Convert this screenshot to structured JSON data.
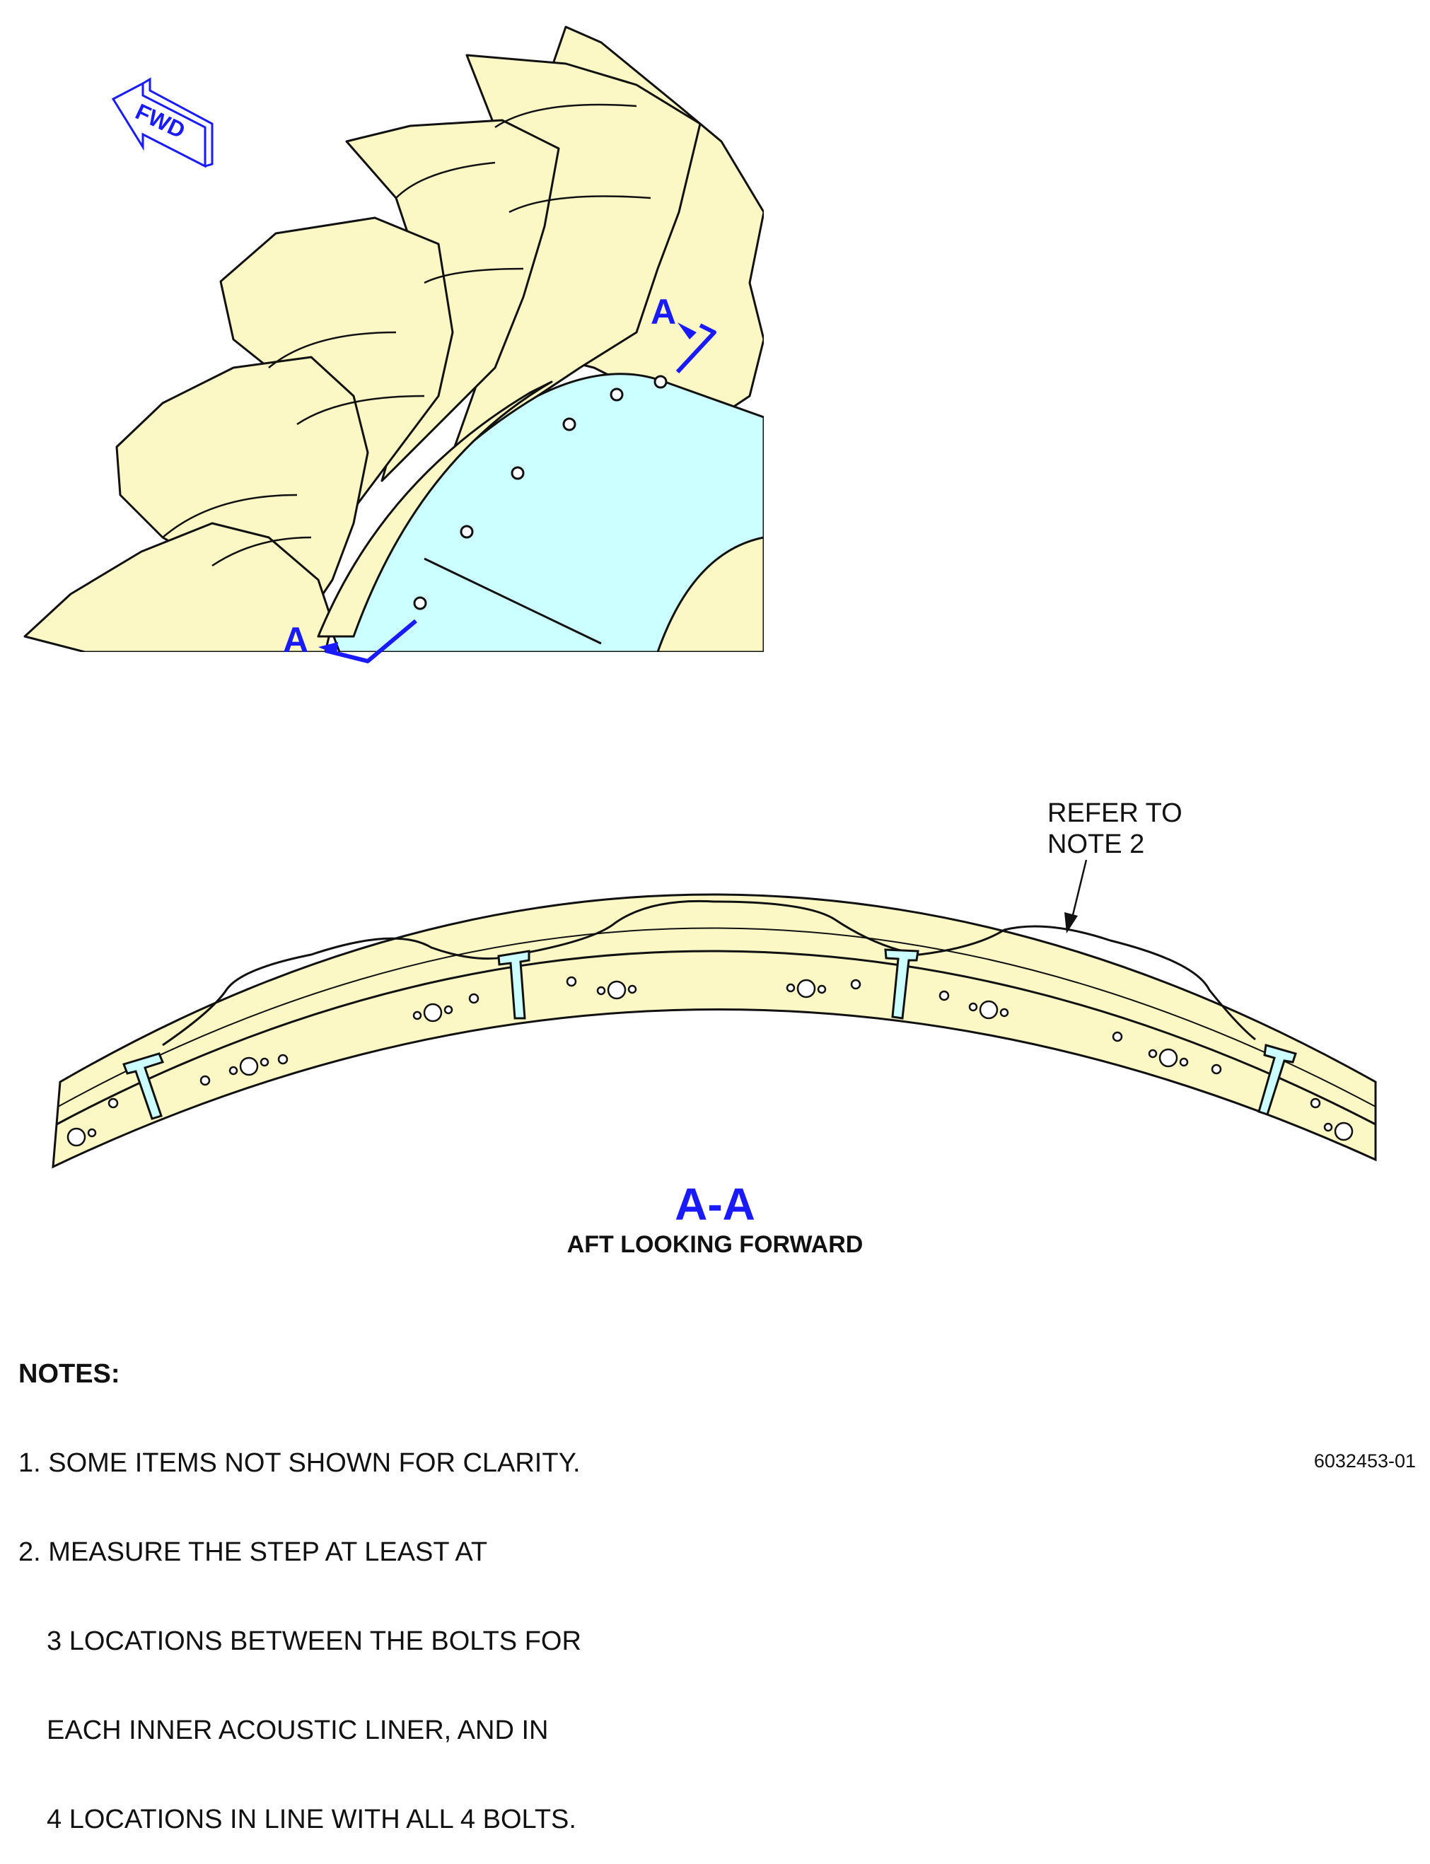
{
  "view_labels": {
    "cut_start": "A",
    "cut_end": "A",
    "forward_arrow": "FWD"
  },
  "callout": {
    "line1": "REFER TO",
    "line2": "NOTE 2"
  },
  "section": {
    "title": "A-A",
    "subtitle": "AFT LOOKING FORWARD"
  },
  "notes": {
    "heading": "NOTES:",
    "items": [
      "1. SOME ITEMS NOT SHOWN FOR CLARITY.",
      "2. MEASURE THE STEP AT LEAST AT",
      "3 LOCATIONS BETWEEN THE BOLTS FOR",
      "EACH INNER ACOUSTIC LINER, AND IN",
      "4 LOCATIONS IN LINE WITH ALL 4 BOLTS."
    ]
  },
  "document_number": "6032453-01",
  "colors": {
    "blade_fill": "#fbf8c6",
    "liner_fill": "#ccffff",
    "section_blue": "#1a1aff",
    "line": "#111111"
  }
}
